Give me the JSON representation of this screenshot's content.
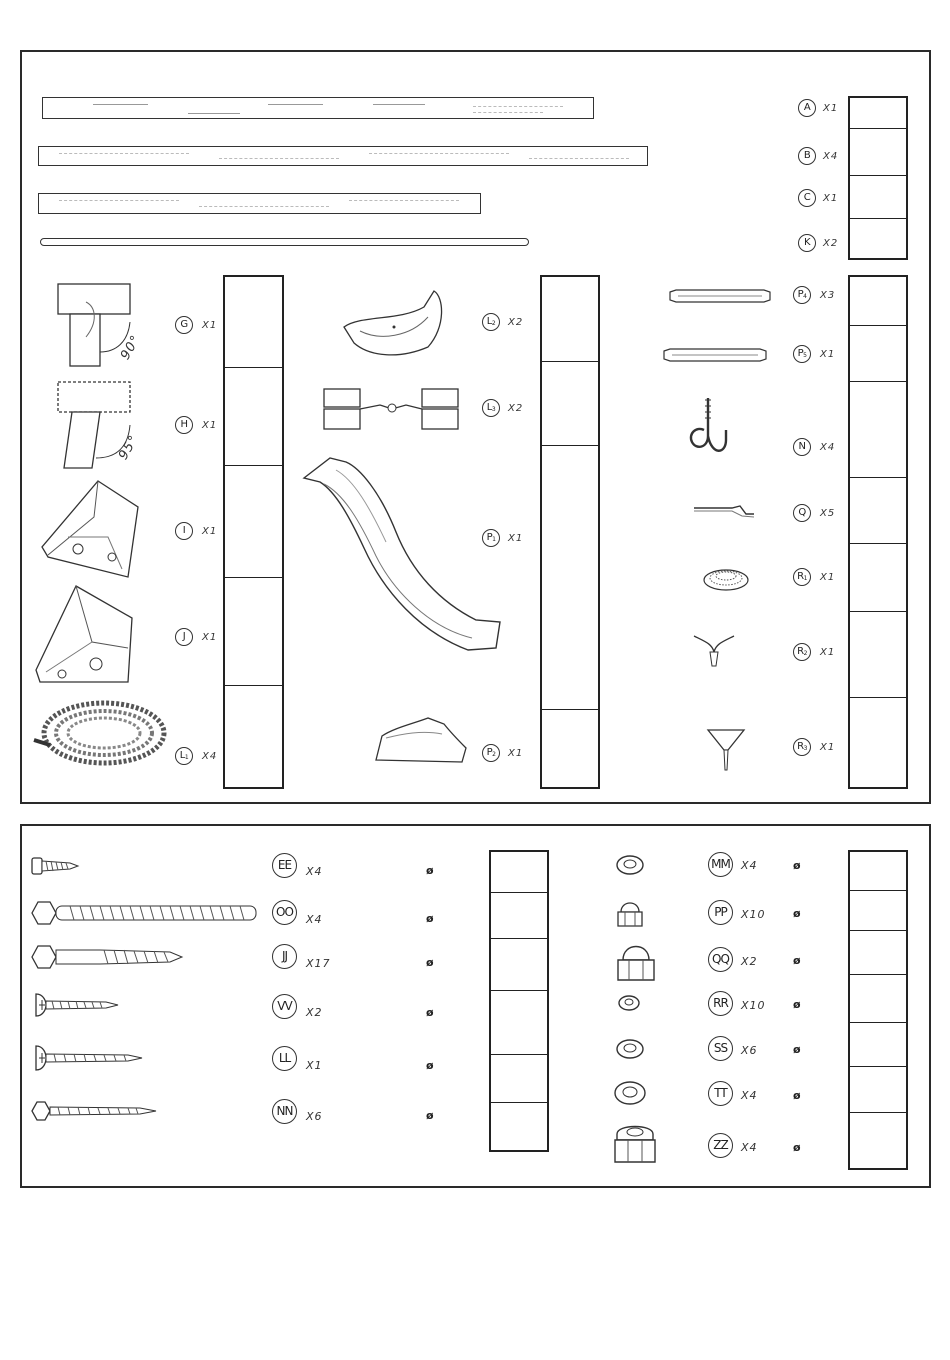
{
  "panel_top": {
    "lumber": [
      {
        "code": "A",
        "qty": "X1"
      },
      {
        "code": "B",
        "qty": "X4"
      },
      {
        "code": "C",
        "qty": "X1"
      },
      {
        "code": "K",
        "qty": "X2"
      }
    ],
    "left_parts": [
      {
        "code": "G",
        "qty": "X1",
        "angle": "90°",
        "icon": "t-bracket-90-icon"
      },
      {
        "code": "H",
        "qty": "X1",
        "angle": "95°",
        "icon": "t-bracket-95-icon"
      },
      {
        "code": "I",
        "qty": "X1",
        "icon": "corner-bracket-right-icon"
      },
      {
        "code": "J",
        "qty": "X1",
        "icon": "corner-bracket-left-icon"
      },
      {
        "code": "L1",
        "qty": "X4",
        "icon": "rope-coil-icon"
      }
    ],
    "middle_parts": [
      {
        "code": "L2",
        "qty": "X2",
        "icon": "swing-seat-icon"
      },
      {
        "code": "L3",
        "qty": "X2",
        "icon": "swing-hanger-icon"
      },
      {
        "code": "P1",
        "qty": "X1",
        "icon": "slide-icon"
      },
      {
        "code": "P2",
        "qty": "X1",
        "icon": "slide-exit-icon"
      }
    ],
    "right_parts": [
      {
        "code": "P4",
        "qty": "X3",
        "icon": "flat-bracket-icon"
      },
      {
        "code": "P5",
        "qty": "X1",
        "icon": "flat-bracket-long-icon"
      },
      {
        "code": "N",
        "qty": "X4",
        "icon": "swing-hook-icon"
      },
      {
        "code": "Q",
        "qty": "X5",
        "icon": "strap-bracket-icon"
      },
      {
        "code": "R1",
        "qty": "X1",
        "icon": "telescope-base-icon"
      },
      {
        "code": "R2",
        "qty": "X1",
        "icon": "telescope-cone-icon"
      },
      {
        "code": "R3",
        "qty": "X1",
        "icon": "funnel-icon"
      }
    ]
  },
  "panel_bottom": {
    "diameter_symbol": "ø",
    "screws": [
      {
        "code": "EE",
        "qty": "X4",
        "icon": "wood-screw-short-icon"
      },
      {
        "code": "OO",
        "qty": "X4",
        "icon": "lag-bolt-long-icon"
      },
      {
        "code": "JJ",
        "qty": "X17",
        "icon": "lag-screw-icon"
      },
      {
        "code": "VV",
        "qty": "X2",
        "icon": "pan-head-screw-icon"
      },
      {
        "code": "LL",
        "qty": "X1",
        "icon": "pan-head-screw-long-icon"
      },
      {
        "code": "NN",
        "qty": "X6",
        "icon": "hex-screw-icon"
      }
    ],
    "nuts": [
      {
        "code": "MM",
        "qty": "X4",
        "icon": "washer-icon"
      },
      {
        "code": "PP",
        "qty": "X10",
        "icon": "cap-nut-icon"
      },
      {
        "code": "QQ",
        "qty": "X2",
        "icon": "cap-nut-large-icon"
      },
      {
        "code": "RR",
        "qty": "X10",
        "icon": "small-washer-icon"
      },
      {
        "code": "SS",
        "qty": "X6",
        "icon": "washer-medium-icon"
      },
      {
        "code": "TT",
        "qty": "X4",
        "icon": "washer-large-icon"
      },
      {
        "code": "ZZ",
        "qty": "X4",
        "icon": "lock-nut-icon"
      }
    ]
  }
}
